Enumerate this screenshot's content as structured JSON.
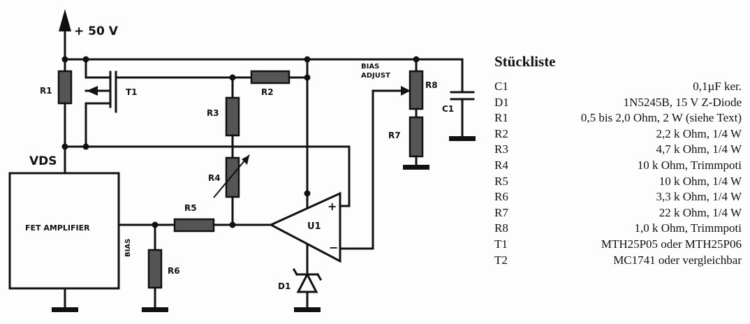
{
  "schematic": {
    "supply": "+ 50 V",
    "vds": "VDS",
    "amplifier": "FET AMPLIFIER",
    "bias": "BIAS",
    "bias_adjust_1": "BIAS",
    "bias_adjust_2": "ADJUST",
    "opamp": "U1",
    "opamp_plus": "+",
    "opamp_minus": "−",
    "components": {
      "R1": "R1",
      "R2": "R2",
      "R3": "R3",
      "R4": "R4",
      "R5": "R5",
      "R6": "R6",
      "R7": "R7",
      "R8": "R8",
      "T1": "T1",
      "C1": "C1",
      "D1": "D1"
    }
  },
  "bom": {
    "title": "Stückliste",
    "rows": [
      {
        "ref": "C1",
        "value": "0,1µF ker."
      },
      {
        "ref": "D1",
        "value": "1N5245B, 15 V Z-Diode"
      },
      {
        "ref": "R1",
        "value": "0,5 bis 2,0 Ohm, 2 W (siehe Text)"
      },
      {
        "ref": "R2",
        "value": "2,2 k Ohm, 1/4 W"
      },
      {
        "ref": "R3",
        "value": "4,7 k Ohm, 1/4 W"
      },
      {
        "ref": "R4",
        "value": "10 k Ohm, Trimmpoti"
      },
      {
        "ref": "R5",
        "value": "10 k Ohm, 1/4 W"
      },
      {
        "ref": "R6",
        "value": "3,3 k Ohm, 1/4 W"
      },
      {
        "ref": "R7",
        "value": "22 k Ohm, 1/4 W"
      },
      {
        "ref": "R8",
        "value": "1,0 k Ohm, Trimmpoti"
      },
      {
        "ref": "T1",
        "value": "MTH25P05 oder MTH25P06"
      },
      {
        "ref": "T2",
        "value": "MC1741 oder vergleichbar"
      }
    ]
  }
}
